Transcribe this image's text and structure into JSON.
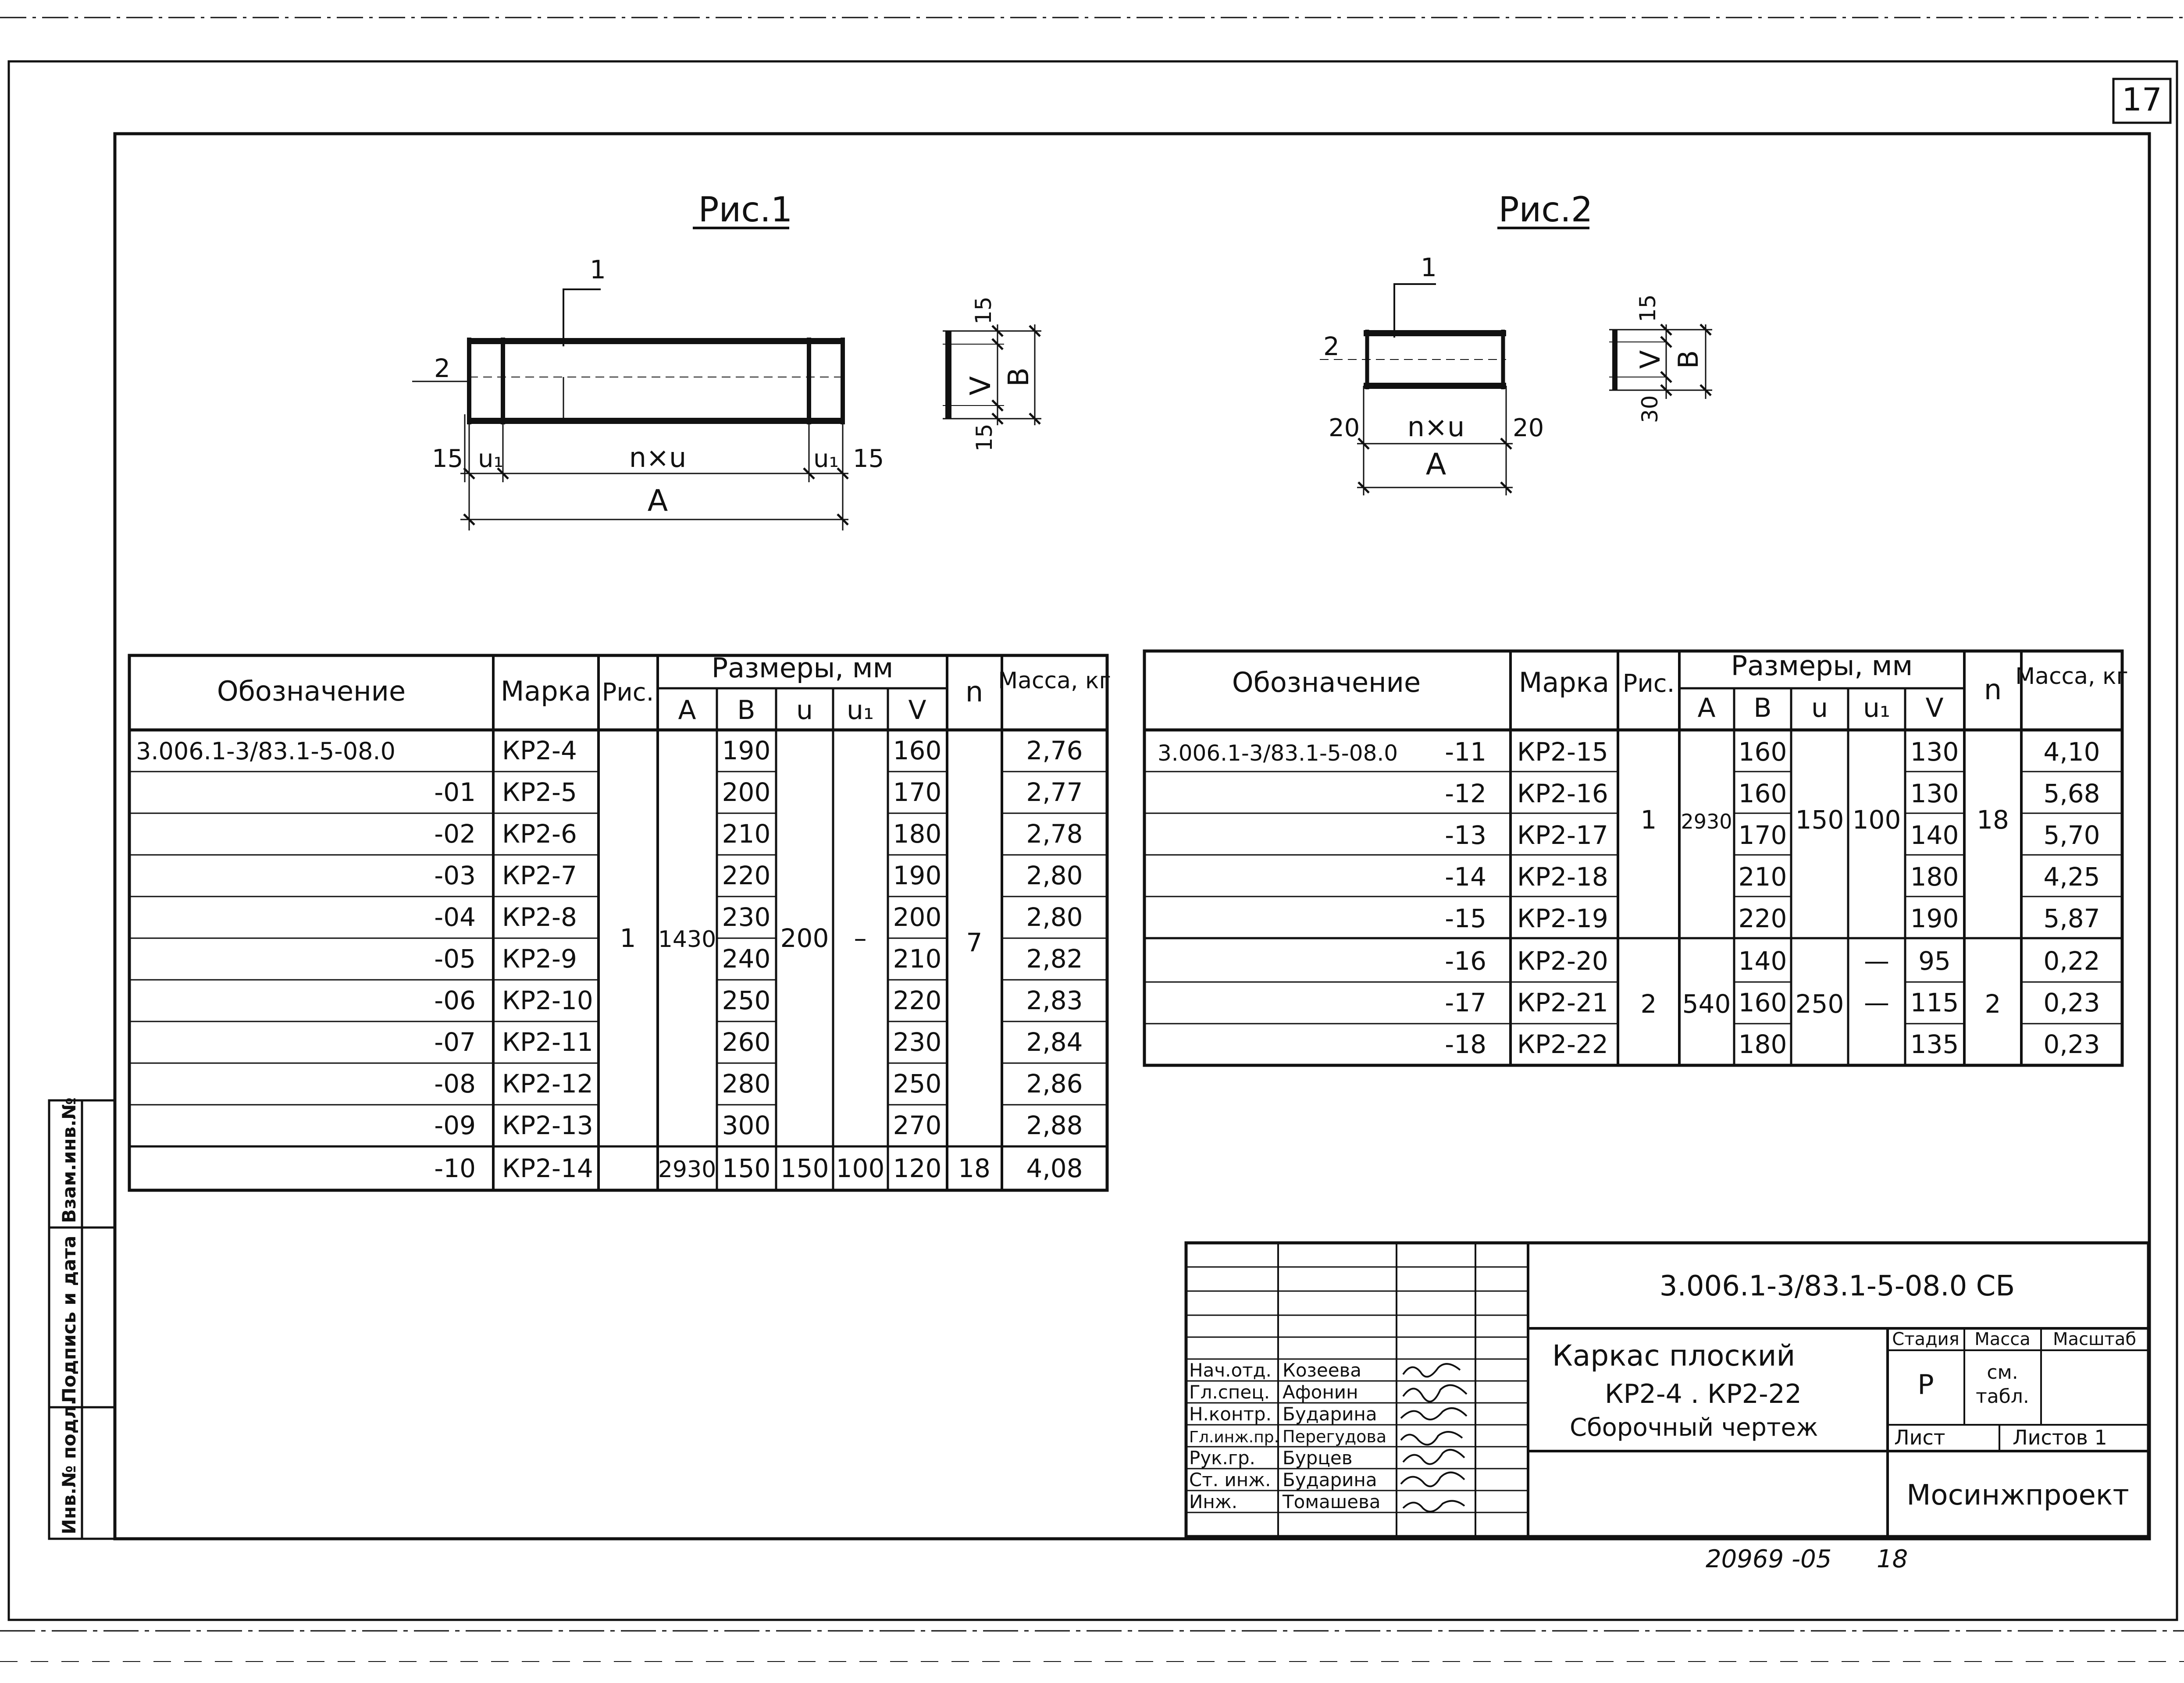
{
  "sheet_number": "17",
  "figures": [
    {
      "title": "Рис.1",
      "labels": {
        "pos1": "1",
        "pos2": "2",
        "left_margin": "15",
        "u1_left": "u₁",
        "n_x_u": "n×u",
        "u1_right": "u₁",
        "right_margin": "15",
        "total": "A",
        "sec_top": "15",
        "sec_v": "V",
        "sec_b": "B",
        "sec_bottom": "15"
      }
    },
    {
      "title": "Рис.2",
      "labels": {
        "pos1": "1",
        "pos2": "2",
        "left_margin": "20",
        "n_x_u": "n×u",
        "right_margin": "20",
        "total": "A",
        "sec_top": "15",
        "sec_v": "V",
        "sec_b": "B",
        "sec_bottom": "30"
      }
    }
  ],
  "table_left": {
    "headers": {
      "designation": "Обозначение",
      "mark": "Марка",
      "fig": "Рис.",
      "dims": "Размеры, мм",
      "a": "A",
      "b": "B",
      "u": "u",
      "u1": "u₁",
      "v": "V",
      "n": "n",
      "mass": "Масса, кг"
    },
    "rows": [
      {
        "designation": "3.006.1-3/83.1-5-08.0",
        "mark": "КР2-4",
        "b": "190",
        "v": "160",
        "mass": "2,76"
      },
      {
        "designation": "-01",
        "mark": "КР2-5",
        "b": "200",
        "v": "170",
        "mass": "2,77"
      },
      {
        "designation": "-02",
        "mark": "КР2-6",
        "b": "210",
        "v": "180",
        "mass": "2,78"
      },
      {
        "designation": "-03",
        "mark": "КР2-7",
        "b": "220",
        "v": "190",
        "mass": "2,80"
      },
      {
        "designation": "-04",
        "mark": "КР2-8",
        "b": "230",
        "v": "200",
        "mass": "2,80"
      },
      {
        "designation": "-05",
        "mark": "КР2-9",
        "b": "240",
        "v": "210",
        "mass": "2,82"
      },
      {
        "designation": "-06",
        "mark": "КР2-10",
        "b": "250",
        "v": "220",
        "mass": "2,83"
      },
      {
        "designation": "-07",
        "mark": "КР2-11",
        "b": "260",
        "v": "230",
        "mass": "2,84"
      },
      {
        "designation": "-08",
        "mark": "КР2-12",
        "b": "280",
        "v": "250",
        "mass": "2,86"
      },
      {
        "designation": "-09",
        "mark": "КР2-13",
        "b": "300",
        "v": "270",
        "mass": "2,88"
      },
      {
        "designation": "-10",
        "mark": "КР2-14",
        "a": "2930",
        "b": "150",
        "u": "150",
        "u1": "100",
        "v": "120",
        "n": "18",
        "mass": "4,08"
      }
    ],
    "merged": {
      "fig": "1",
      "a": "1430",
      "u": "200",
      "u1": "–",
      "n": "7"
    }
  },
  "table_right": {
    "headers": {
      "designation": "Обозначение",
      "mark": "Марка",
      "fig": "Рис.",
      "dims": "Размеры, мм",
      "a": "A",
      "b": "B",
      "u": "u",
      "u1": "u₁",
      "v": "V",
      "n": "n",
      "mass": "Масса, кг"
    },
    "rows": [
      {
        "designation": "3.006.1-3/83.1-5-08.0",
        "suffix": "-11",
        "mark": "КР2-15",
        "b": "160",
        "v": "130",
        "mass": "4,10"
      },
      {
        "suffix": "-12",
        "mark": "КР2-16",
        "b": "160",
        "v": "130",
        "mass": "5,68"
      },
      {
        "suffix": "-13",
        "mark": "КР2-17",
        "b": "170",
        "v": "140",
        "mass": "5,70"
      },
      {
        "suffix": "-14",
        "mark": "КР2-18",
        "b": "210",
        "v": "180",
        "mass": "4,25"
      },
      {
        "suffix": "-15",
        "mark": "КР2-19",
        "b": "220",
        "v": "190",
        "mass": "5,87"
      },
      {
        "suffix": "-16",
        "mark": "КР2-20",
        "b": "140",
        "u1": "—",
        "v": "95",
        "mass": "0,22"
      },
      {
        "suffix": "-17",
        "mark": "КР2-21",
        "b": "160",
        "u1": "—",
        "v": "115",
        "mass": "0,23"
      },
      {
        "suffix": "-18",
        "mark": "КР2-22",
        "b": "180",
        "v": "135",
        "mass": "0,23"
      }
    ],
    "merged_top": {
      "fig": "1",
      "a": "2930",
      "u": "150",
      "u1": "100",
      "n": "18"
    },
    "merged_bottom": {
      "fig": "2",
      "a": "540",
      "u": "250",
      "n": "2"
    }
  },
  "title_block": {
    "code": "3.006.1-3/83.1-5-08.0 СБ",
    "title_line1": "Каркас плоский",
    "title_line2": "КР2-4 . КР2-22",
    "title_line3": "Сборочный чертеж",
    "stage_label": "Стадия",
    "mass_label": "Масса",
    "scale_label": "Масштаб",
    "stage_value": "Р",
    "mass_value_1": "см.",
    "mass_value_2": "табл.",
    "sheet_label": "Лист",
    "sheets_label": "Листов 1",
    "organization": "Мосинжпроект",
    "staff": [
      {
        "role": "Нач.отд.",
        "name": "Козеева"
      },
      {
        "role": "Гл.спец.",
        "name": "Афонин"
      },
      {
        "role": "Н.контр.",
        "name": "Бударина"
      },
      {
        "role": "Гл.инж.пр.",
        "name": "Перегудова"
      },
      {
        "role": "Рук.гр.",
        "name": "Бурцев"
      },
      {
        "role": "Ст. инж.",
        "name": "Бударина"
      },
      {
        "role": "Инж.",
        "name": "Томашева"
      }
    ]
  },
  "side_stamp": {
    "inv_orig": "Инв.№ подл.",
    "sign_date": "Подпись и дата",
    "inv_repl": "Взам.инв.№"
  },
  "footer_number": "20969 -05",
  "footer_page": "18"
}
